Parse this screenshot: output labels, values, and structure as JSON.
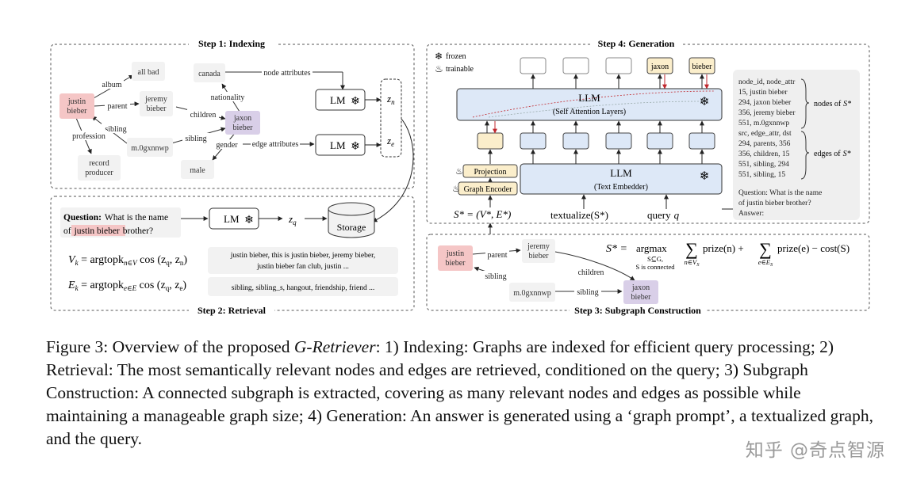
{
  "step1": {
    "title": "Step 1: Indexing",
    "nodes": {
      "justin": [
        "justin",
        "bieber"
      ],
      "all_bad": "all bad",
      "jeremy": [
        "jeremy",
        "bieber"
      ],
      "canada": "canada",
      "jaxon": [
        "jaxon",
        "bieber"
      ],
      "m0": "m.0gxnnwp",
      "record": [
        "record",
        "producer"
      ],
      "male": "male"
    },
    "edges": {
      "album": "album",
      "parent": "parent",
      "sibling_left": "sibling",
      "profession": "profession",
      "children": "children",
      "nationality": "nationality",
      "sibling_mid": "sibling",
      "gender": "gender"
    },
    "node_attributes": "node attributes",
    "edge_attributes": "edge attributes",
    "lm": "LM",
    "zn": "z",
    "zn_sub": "n",
    "ze": "z",
    "ze_sub": "e"
  },
  "step2": {
    "title": "Step 2: Retrieval",
    "question_label": "Question:",
    "question_pre": "What is the name",
    "question_of": "of",
    "question_highlight": "justin bieber",
    "question_post": "brother?",
    "lm": "LM",
    "zq": "z",
    "zq_sub": "q",
    "storage": "Storage",
    "vk_formula": [
      "V",
      "k",
      " = argtopk",
      "n∈V",
      " cos (z",
      "q",
      ", z",
      "n",
      ")"
    ],
    "ek_formula": [
      "E",
      "k",
      " = argtopk",
      "e∈E",
      " cos (z",
      "q",
      ", z",
      "e",
      ")"
    ],
    "vk_text": [
      "justin bieber, this is justin bieber, jeremy bieber,",
      "justin bieber fan club, justin ..."
    ],
    "ek_text": "sibling, sibling_s, hangout, friendship, friend ..."
  },
  "step3": {
    "title": "Step 3: Subgraph Construction",
    "nodes": {
      "justin": [
        "justin",
        "bieber"
      ],
      "jeremy": [
        "jeremy",
        "bieber"
      ],
      "m0": "m.0gxnnwp",
      "jaxon": [
        "jaxon",
        "bieber"
      ]
    },
    "edges": {
      "parent": "parent",
      "children": "children",
      "sibling_left": "sibling",
      "sibling_bottom": "sibling"
    },
    "formula_lhs": "S* =",
    "argmax": "argmax",
    "argmax_sub1": "S⊆G,",
    "argmax_sub2": "S is connected",
    "sum1_sub": "n∈V",
    "sum1_subsub": "S",
    "term1": "prize(n) +",
    "sum2_sub": "e∈E",
    "sum2_subsub": "S",
    "term2": "prize(e) − cost(S)"
  },
  "step4": {
    "title": "Step 4: Generation",
    "legend_frozen": "frozen",
    "legend_trainable": "trainable",
    "llm_top": "LLM",
    "llm_top_sub": "(Self Attention Layers)",
    "llm_bottom": "LLM",
    "llm_bottom_sub": "(Text Embedder)",
    "projection": "Projection",
    "graph_encoder": "Graph Encoder",
    "output_tokens": [
      "",
      "",
      "",
      "jaxon",
      "bieber"
    ],
    "s_star": "S* = (V*, E*)",
    "textualize": "textualize(S*)",
    "query": "query",
    "query_var": "q",
    "nodes_block": [
      "node_id, node_attr",
      "15, justin bieber",
      "294, jaxon bieber",
      "356, jeremy bieber",
      "551, m.0gxnnwp"
    ],
    "edges_block": [
      "src, edge_attr, dst",
      "294, parents, 356",
      "356, children, 15",
      "551, sibling, 294",
      "551, sibling, 15"
    ],
    "nodes_of": "nodes of",
    "edges_of": "edges of",
    "s_sym": "S*",
    "question_block": [
      "Question: What is the name",
      "of justin bieber brother?",
      "Answer:"
    ]
  },
  "caption": {
    "label": "Figure 3:",
    "pre": "Overview of the proposed",
    "method": "G-Retriever",
    "post": ": 1) Indexing: Graphs are indexed for efficient query processing; 2) Retrieval: The most semantically relevant nodes and edges are retrieved, conditioned on the query; 3) Subgraph Construction: A connected subgraph is extracted, covering as many relevant nodes and edges as possible while maintaining a manageable graph size; 4) Generation: An answer is generated using a ‘graph prompt’, a textualized graph, and the query."
  },
  "watermark": "知乎 @奇点智源",
  "colors": {
    "highlight_red": "#f5c6c6",
    "highlight_purple": "#d9cfe8",
    "llm_blue": "#dde8f7",
    "projection_yellow": "#fbeecb",
    "arrow_red": "#c0272d",
    "node_gray": "#f2f2f2"
  }
}
